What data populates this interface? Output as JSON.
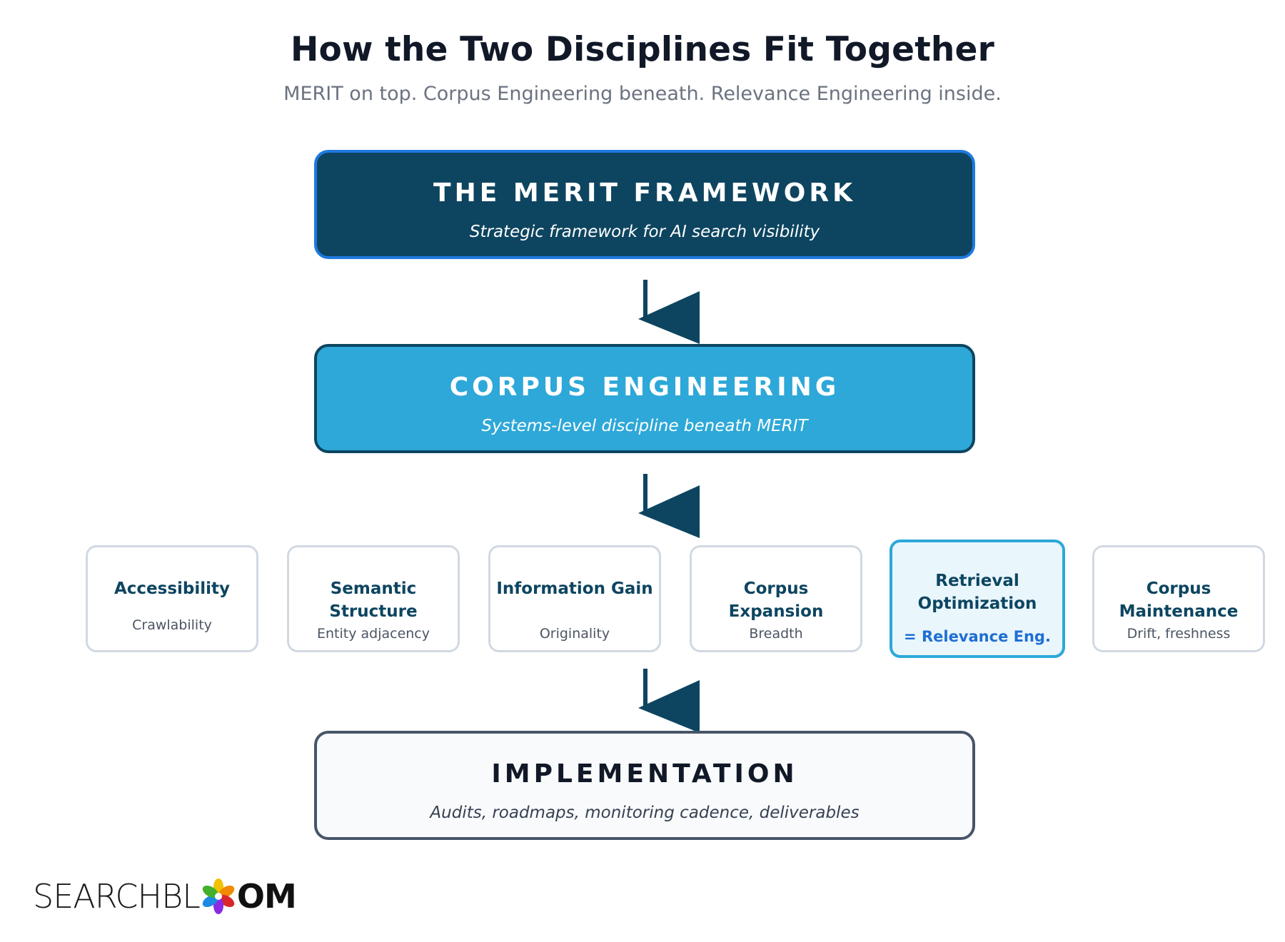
{
  "header": {
    "title": "How the Two Disciplines Fit Together",
    "subtitle": "MERIT on top. Corpus Engineering beneath. Relevance Engineering inside."
  },
  "layers": {
    "merit": {
      "title": "THE MERIT FRAMEWORK",
      "subtitle": "Strategic framework for AI search visibility"
    },
    "corpus": {
      "title": "CORPUS ENGINEERING",
      "subtitle": "Systems-level discipline beneath MERIT"
    },
    "implementation": {
      "title": "IMPLEMENTATION",
      "subtitle": "Audits, roadmaps, monitoring cadence, deliverables"
    }
  },
  "pillars": [
    {
      "title": "Accessibility",
      "subtitle": "Crawlability"
    },
    {
      "title": "Semantic Structure",
      "subtitle": "Entity adjacency"
    },
    {
      "title": "Information Gain",
      "subtitle": "Originality"
    },
    {
      "title": "Corpus Expansion",
      "subtitle": "Breadth"
    },
    {
      "title": "Retrieval Optimization",
      "subtitle": "= Relevance Eng."
    },
    {
      "title": "Corpus Maintenance",
      "subtitle": "Drift, freshness"
    }
  ],
  "logo": {
    "text_left": "SEARCHBL",
    "text_right": "OM"
  },
  "colors": {
    "merit_fill": "#0d4560",
    "merit_border": "#1f7ae0",
    "corpus_fill": "#2da8d8",
    "implementation_border": "#475569",
    "highlight_border": "#2da8d8",
    "highlight_text": "#1f6ed4",
    "arrow": "#0d4560"
  }
}
